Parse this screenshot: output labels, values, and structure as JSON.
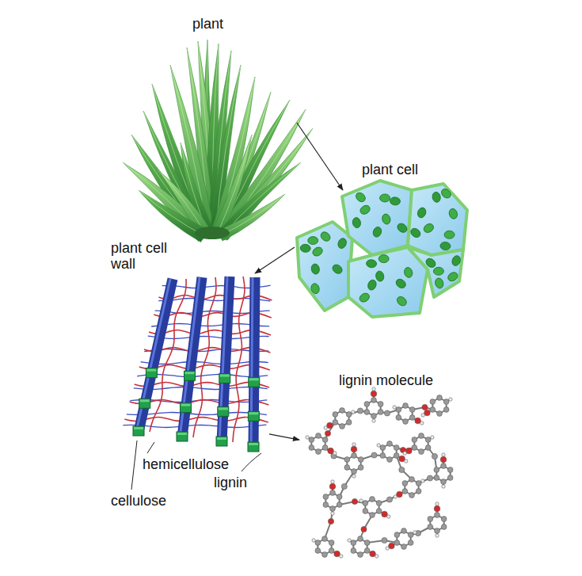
{
  "diagram": {
    "nodes": [
      {
        "text": [
          "plant"
        ]
      },
      {
        "text": [
          "plant cell"
        ]
      },
      {
        "text": [
          "plant cell wall"
        ]
      },
      {
        "text": [
          "lignin molecule"
        ]
      }
    ],
    "edges": [
      {
        "from": 0,
        "to": 1,
        "arrow": "to"
      },
      {
        "from": 1,
        "to": 2,
        "arrow": "to"
      },
      {
        "from": 2,
        "to": 3,
        "arrow": "to"
      }
    ],
    "labels": [
      "hemicellulose",
      "lignin",
      "cellulose"
    ]
  }
}
